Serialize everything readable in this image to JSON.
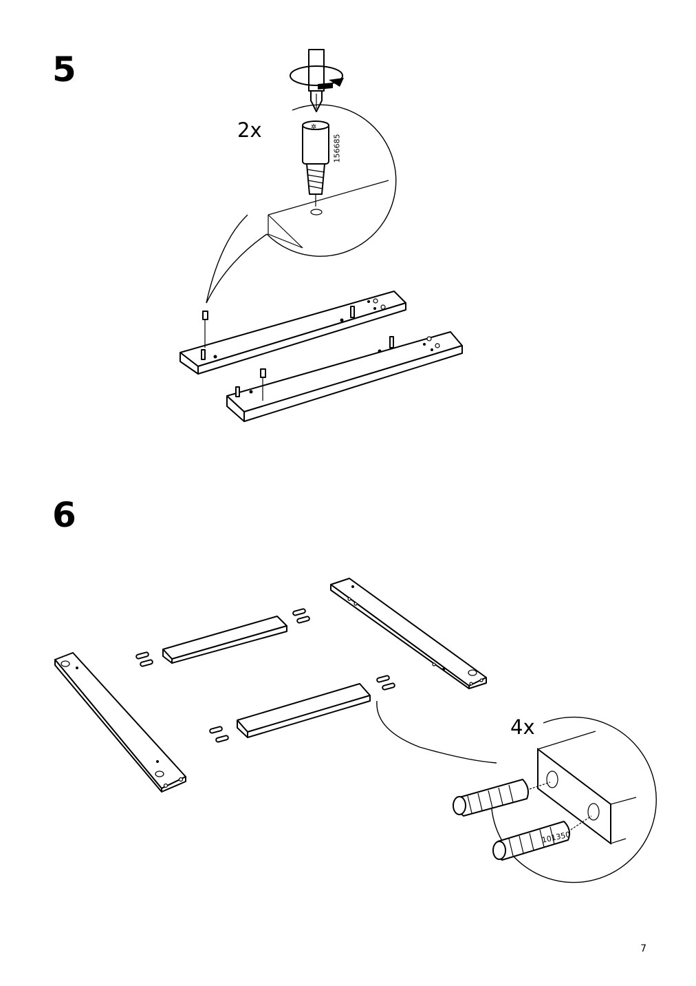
{
  "steps": [
    {
      "number": "5",
      "quantity": "2x",
      "part_number": "156685"
    },
    {
      "number": "6",
      "quantity": "4x",
      "part_number": "101350"
    }
  ],
  "page_number": "7",
  "icons": [
    "screwdriver-icon",
    "rotation-arrow-icon",
    "screw-icon",
    "dowel-icon"
  ]
}
